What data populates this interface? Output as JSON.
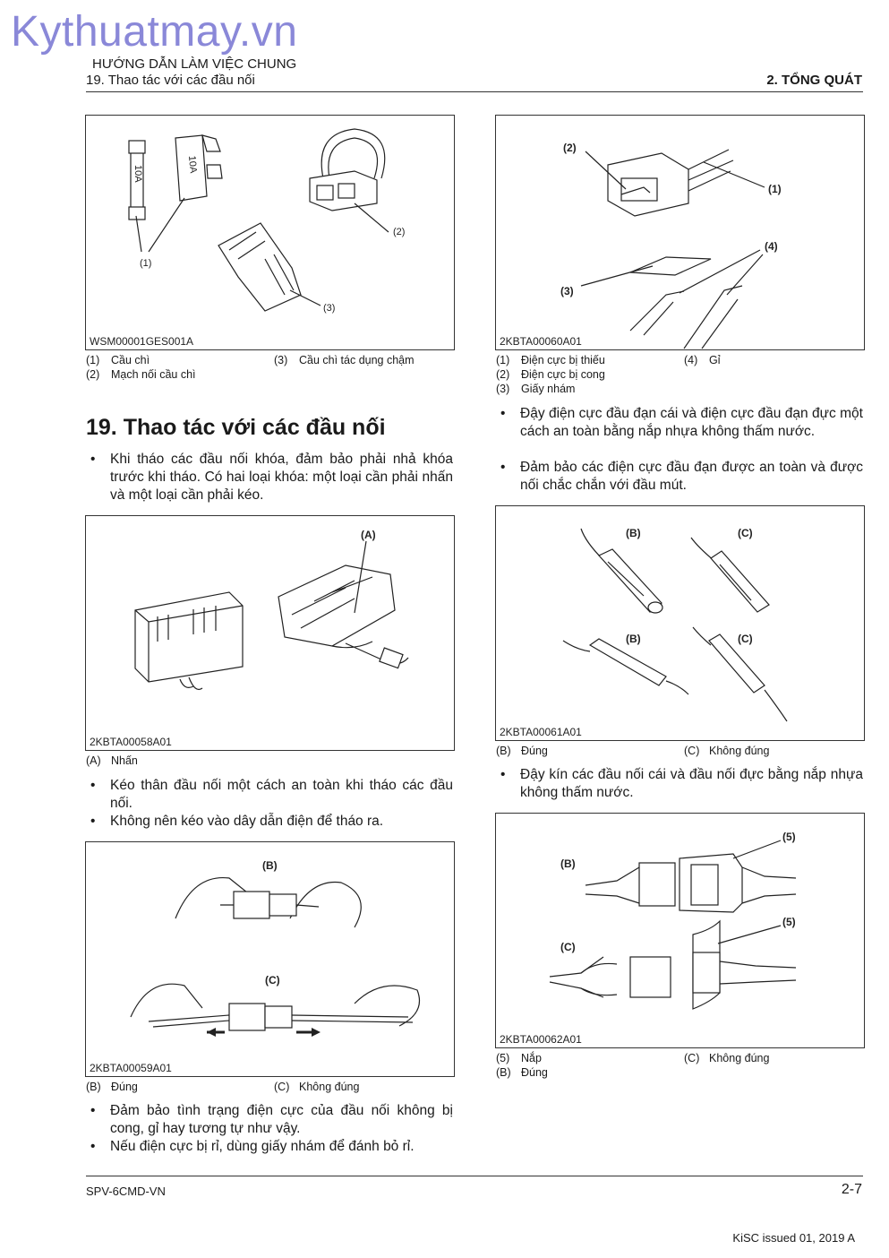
{
  "watermark": "Kythuatmay.vn",
  "header": {
    "line1": "HƯỚNG DẪN LÀM VIỆC CHUNG",
    "line2": "19. Thao tác với các đầu nối",
    "right": "2. TỔNG QUÁT"
  },
  "fig1": {
    "code": "WSM00001GES001A",
    "label1": "(1)",
    "label2": "(2)",
    "label3": "(3)",
    "fuse_text": "10A",
    "captions": [
      {
        "n": "(1)",
        "t": "Cầu chì"
      },
      {
        "n": "(2)",
        "t": "Mạch nối cầu chì"
      },
      {
        "n": "(3)",
        "t": "Cầu chì tác dụng chậm"
      }
    ]
  },
  "fig2": {
    "code": "2KBTA00060A01",
    "label1": "(1)",
    "label2": "(2)",
    "label3": "(3)",
    "label4": "(4)",
    "captions": [
      {
        "n": "(1)",
        "t": "Điện cực bị thiếu"
      },
      {
        "n": "(2)",
        "t": "Điện cực bị cong"
      },
      {
        "n": "(3)",
        "t": "Giấy nhám"
      },
      {
        "n": "(4)",
        "t": "Gỉ"
      }
    ]
  },
  "section": {
    "title": "19. Thao tác với các đầu nối",
    "bullet1": "Khi tháo các đầu nối khóa, đảm bảo phải nhả khóa trước khi tháo. Có hai loại khóa: một loại cần phải nhấn và một loại cần phải kéo."
  },
  "fig3": {
    "code": "2KBTA00058A01",
    "labelA": "(A)",
    "caption": {
      "n": "(A)",
      "t": "Nhấn"
    }
  },
  "bullets_left2": [
    "Kéo thân đầu nối một cách an toàn khi tháo các đầu nối.",
    "Không nên kéo vào dây dẫn điện để tháo ra."
  ],
  "fig4": {
    "code": "2KBTA00059A01",
    "labelB": "(B)",
    "labelC": "(C)",
    "captions": [
      {
        "n": "(B)",
        "t": "Đúng"
      },
      {
        "n": "(C)",
        "t": "Không đúng"
      }
    ]
  },
  "bullets_left3": [
    "Đảm bảo tình trạng điện cực của đầu nối không bị cong, gỉ hay tương tự như vậy.",
    "Nếu điện cực bị rỉ, dùng giấy nhám để đánh bỏ rỉ."
  ],
  "bullets_right1": [
    "Đậy điện cực đầu đạn cái và điện cực đầu đạn đực một cách an toàn bằng nắp nhựa không thấm nước.",
    "Đảm bảo các điện cực đầu đạn được an toàn và được nối chắc chắn với đầu mút."
  ],
  "fig5": {
    "code": "2KBTA00061A01",
    "labelB": "(B)",
    "labelC": "(C)",
    "captions": [
      {
        "n": "(B)",
        "t": "Đúng"
      },
      {
        "n": "(C)",
        "t": "Không đúng"
      }
    ]
  },
  "bullets_right2": [
    "Đậy kín các đầu nối cái và đầu nối đực bằng nắp nhựa không thấm nước."
  ],
  "fig6": {
    "code": "2KBTA00062A01",
    "labelB": "(B)",
    "labelC": "(C)",
    "label5": "(5)",
    "captions": [
      {
        "n": "(5)",
        "t": "Nắp"
      },
      {
        "n": "(B)",
        "t": "Đúng"
      },
      {
        "n": "(C)",
        "t": "Không đúng"
      }
    ]
  },
  "footer": {
    "doc": "SPV-6CMD-VN",
    "page": "2-7",
    "issued": "KiSC issued 01, 2019 A"
  }
}
